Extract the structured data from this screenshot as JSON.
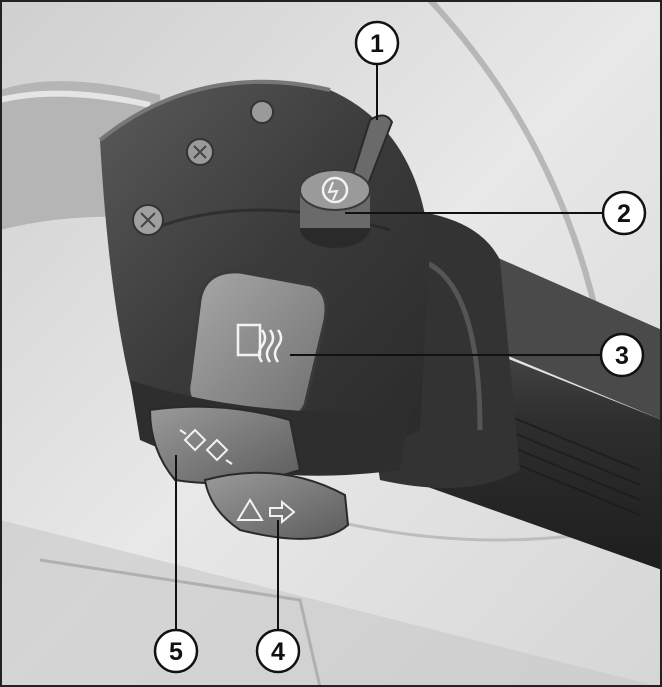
{
  "figure": {
    "subject": "handlebar-switch-cluster",
    "callouts": [
      {
        "number": "1",
        "part": "handlebar-lever"
      },
      {
        "number": "2",
        "part": "starter-button"
      },
      {
        "number": "3",
        "part": "heated-grip-button"
      },
      {
        "number": "4",
        "part": "hazard-turn-signal-switch"
      },
      {
        "number": "5",
        "part": "flash-headlight-switch"
      }
    ],
    "colors": {
      "background": "#ffffff",
      "housing": "#3a3a3a",
      "housing_highlight": "#6a6a6a",
      "grip": "#2f2f2f",
      "switch_button": "#8a8a8a",
      "callout_circle_fill": "#ffffff",
      "callout_circle_stroke": "#111111"
    }
  }
}
